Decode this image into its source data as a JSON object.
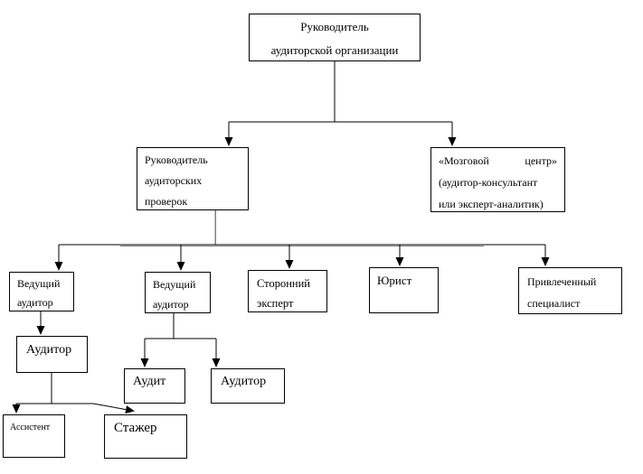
{
  "diagram": {
    "type": "org-chart",
    "language": "ru",
    "colors": {
      "background": "#ffffff",
      "box_border": "#000000",
      "text": "#000000",
      "connector": "#000000",
      "connector_gray": "#808080"
    },
    "nodes": {
      "head_org": {
        "lines": [
          "Руководитель",
          "аудиторской организации"
        ]
      },
      "head_audits": {
        "lines": [
          "Руководитель",
          "аудиторских",
          "проверок"
        ]
      },
      "brain_center": {
        "lines": [
          "«Мозговой центр»",
          "(аудитор-консультант",
          "или эксперт-аналитик)"
        ]
      },
      "lead_auditor_1": {
        "lines": [
          "Ведущий",
          "аудитор"
        ]
      },
      "lead_auditor_2": {
        "lines": [
          "Ведущий",
          "аудитор"
        ]
      },
      "external_expert": {
        "lines": [
          "Сторонний",
          "эксперт"
        ]
      },
      "lawyer": {
        "lines": [
          "Юрист"
        ]
      },
      "engaged_specialist": {
        "lines": [
          "Привлеченный",
          "специалист"
        ]
      },
      "auditor_left": {
        "lines": [
          "Аудитор"
        ]
      },
      "audit": {
        "lines": [
          "Аудит"
        ]
      },
      "auditor_mid": {
        "lines": [
          "Аудитор"
        ]
      },
      "assistant": {
        "lines": [
          "Ассистент"
        ]
      },
      "trainee": {
        "lines": [
          "Стажер"
        ]
      }
    },
    "edges": [
      {
        "from": "head_org",
        "to": "head_audits"
      },
      {
        "from": "head_org",
        "to": "brain_center"
      },
      {
        "from": "head_audits",
        "to": "lead_auditor_1"
      },
      {
        "from": "head_audits",
        "to": "lead_auditor_2"
      },
      {
        "from": "head_audits",
        "to": "external_expert"
      },
      {
        "from": "head_audits",
        "to": "lawyer"
      },
      {
        "from": "head_audits",
        "to": "engaged_specialist"
      },
      {
        "from": "lead_auditor_1",
        "to": "auditor_left"
      },
      {
        "from": "lead_auditor_2",
        "to": "audit"
      },
      {
        "from": "lead_auditor_2",
        "to": "auditor_mid"
      },
      {
        "from": "auditor_left",
        "to": "assistant"
      },
      {
        "from": "auditor_left",
        "to": "trainee"
      }
    ]
  }
}
